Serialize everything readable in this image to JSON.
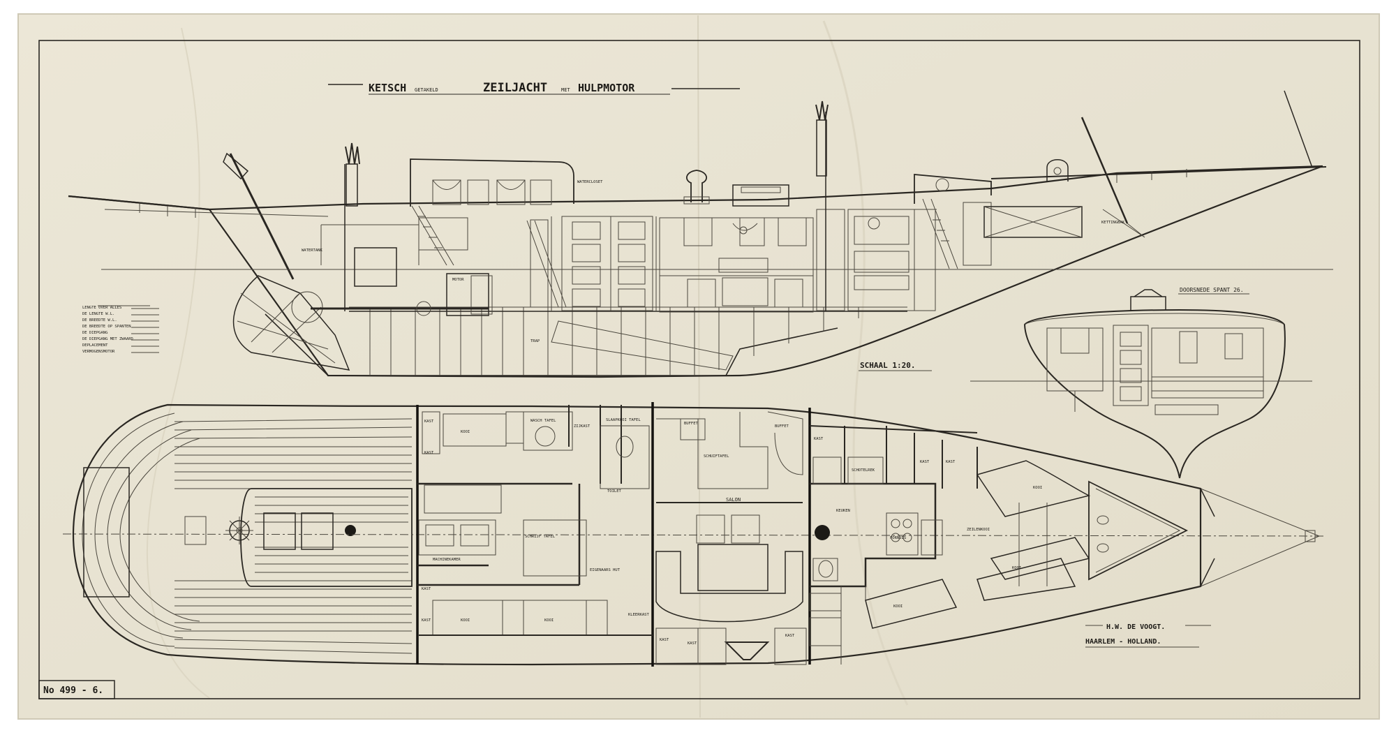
{
  "drawing": {
    "title_main": "KETSCH",
    "title_small_1": "GETAKELD",
    "title_main_2": "ZEILJACHT",
    "title_small_2": "MET",
    "title_main_3": "HULPMOTOR",
    "scale": "SCHAAL 1:20.",
    "section_label": "DOORSNEDE SPANT 26.",
    "maker_name": "H.W. DE VOOGT.",
    "maker_place": "HAARLEM - HOLLAND.",
    "drawing_number": "No 499 - 6."
  },
  "dimensions_table": [
    "LENGTE OVER ALLES",
    "DE LENGTE W.L.",
    "DE BREEDTE W.L.",
    "DE BREEDTE OP SPANTEN",
    "DE DIEPGANG",
    "DE DIEPGANG MET ZWAARD",
    "DEPLACEMENT",
    "VERMOGENSMOTOR"
  ],
  "profile_labels": {
    "motor": "MOTOR",
    "toilet": "WATERCLOSET",
    "stair": "TRAP",
    "water_tank": "WATERTANK"
  },
  "plan_labels": {
    "salon": "SALON",
    "eigenaars_hut": "EIGENAARS HUT",
    "toilet": "TOILET",
    "kast": "KAST",
    "kooi": "KOOI",
    "buffet": "BUFFET",
    "keuken": "KEUKEN",
    "schuiftafel": "SCHUIFTAFEL",
    "wastafel": "WASCH TAFEL",
    "slaaptafel": "SLAAPKOOI TAFEL",
    "zijkast": "ZIJKAST",
    "schrijftafel": "SCHRIJF TAFEL",
    "motorkamer": "MACHINEKAMER",
    "kleerkast": "KLEERKAST",
    "fornuis": "FORNUIS",
    "schotel": "SCHOTELREK",
    "zeilkooi": "ZEILENKOOI",
    "kettingbak": "KETTINGBAK"
  },
  "colors": {
    "paper": "#ebe6d6",
    "ink": "#2a2722",
    "shadow": "#d8d3c2"
  }
}
